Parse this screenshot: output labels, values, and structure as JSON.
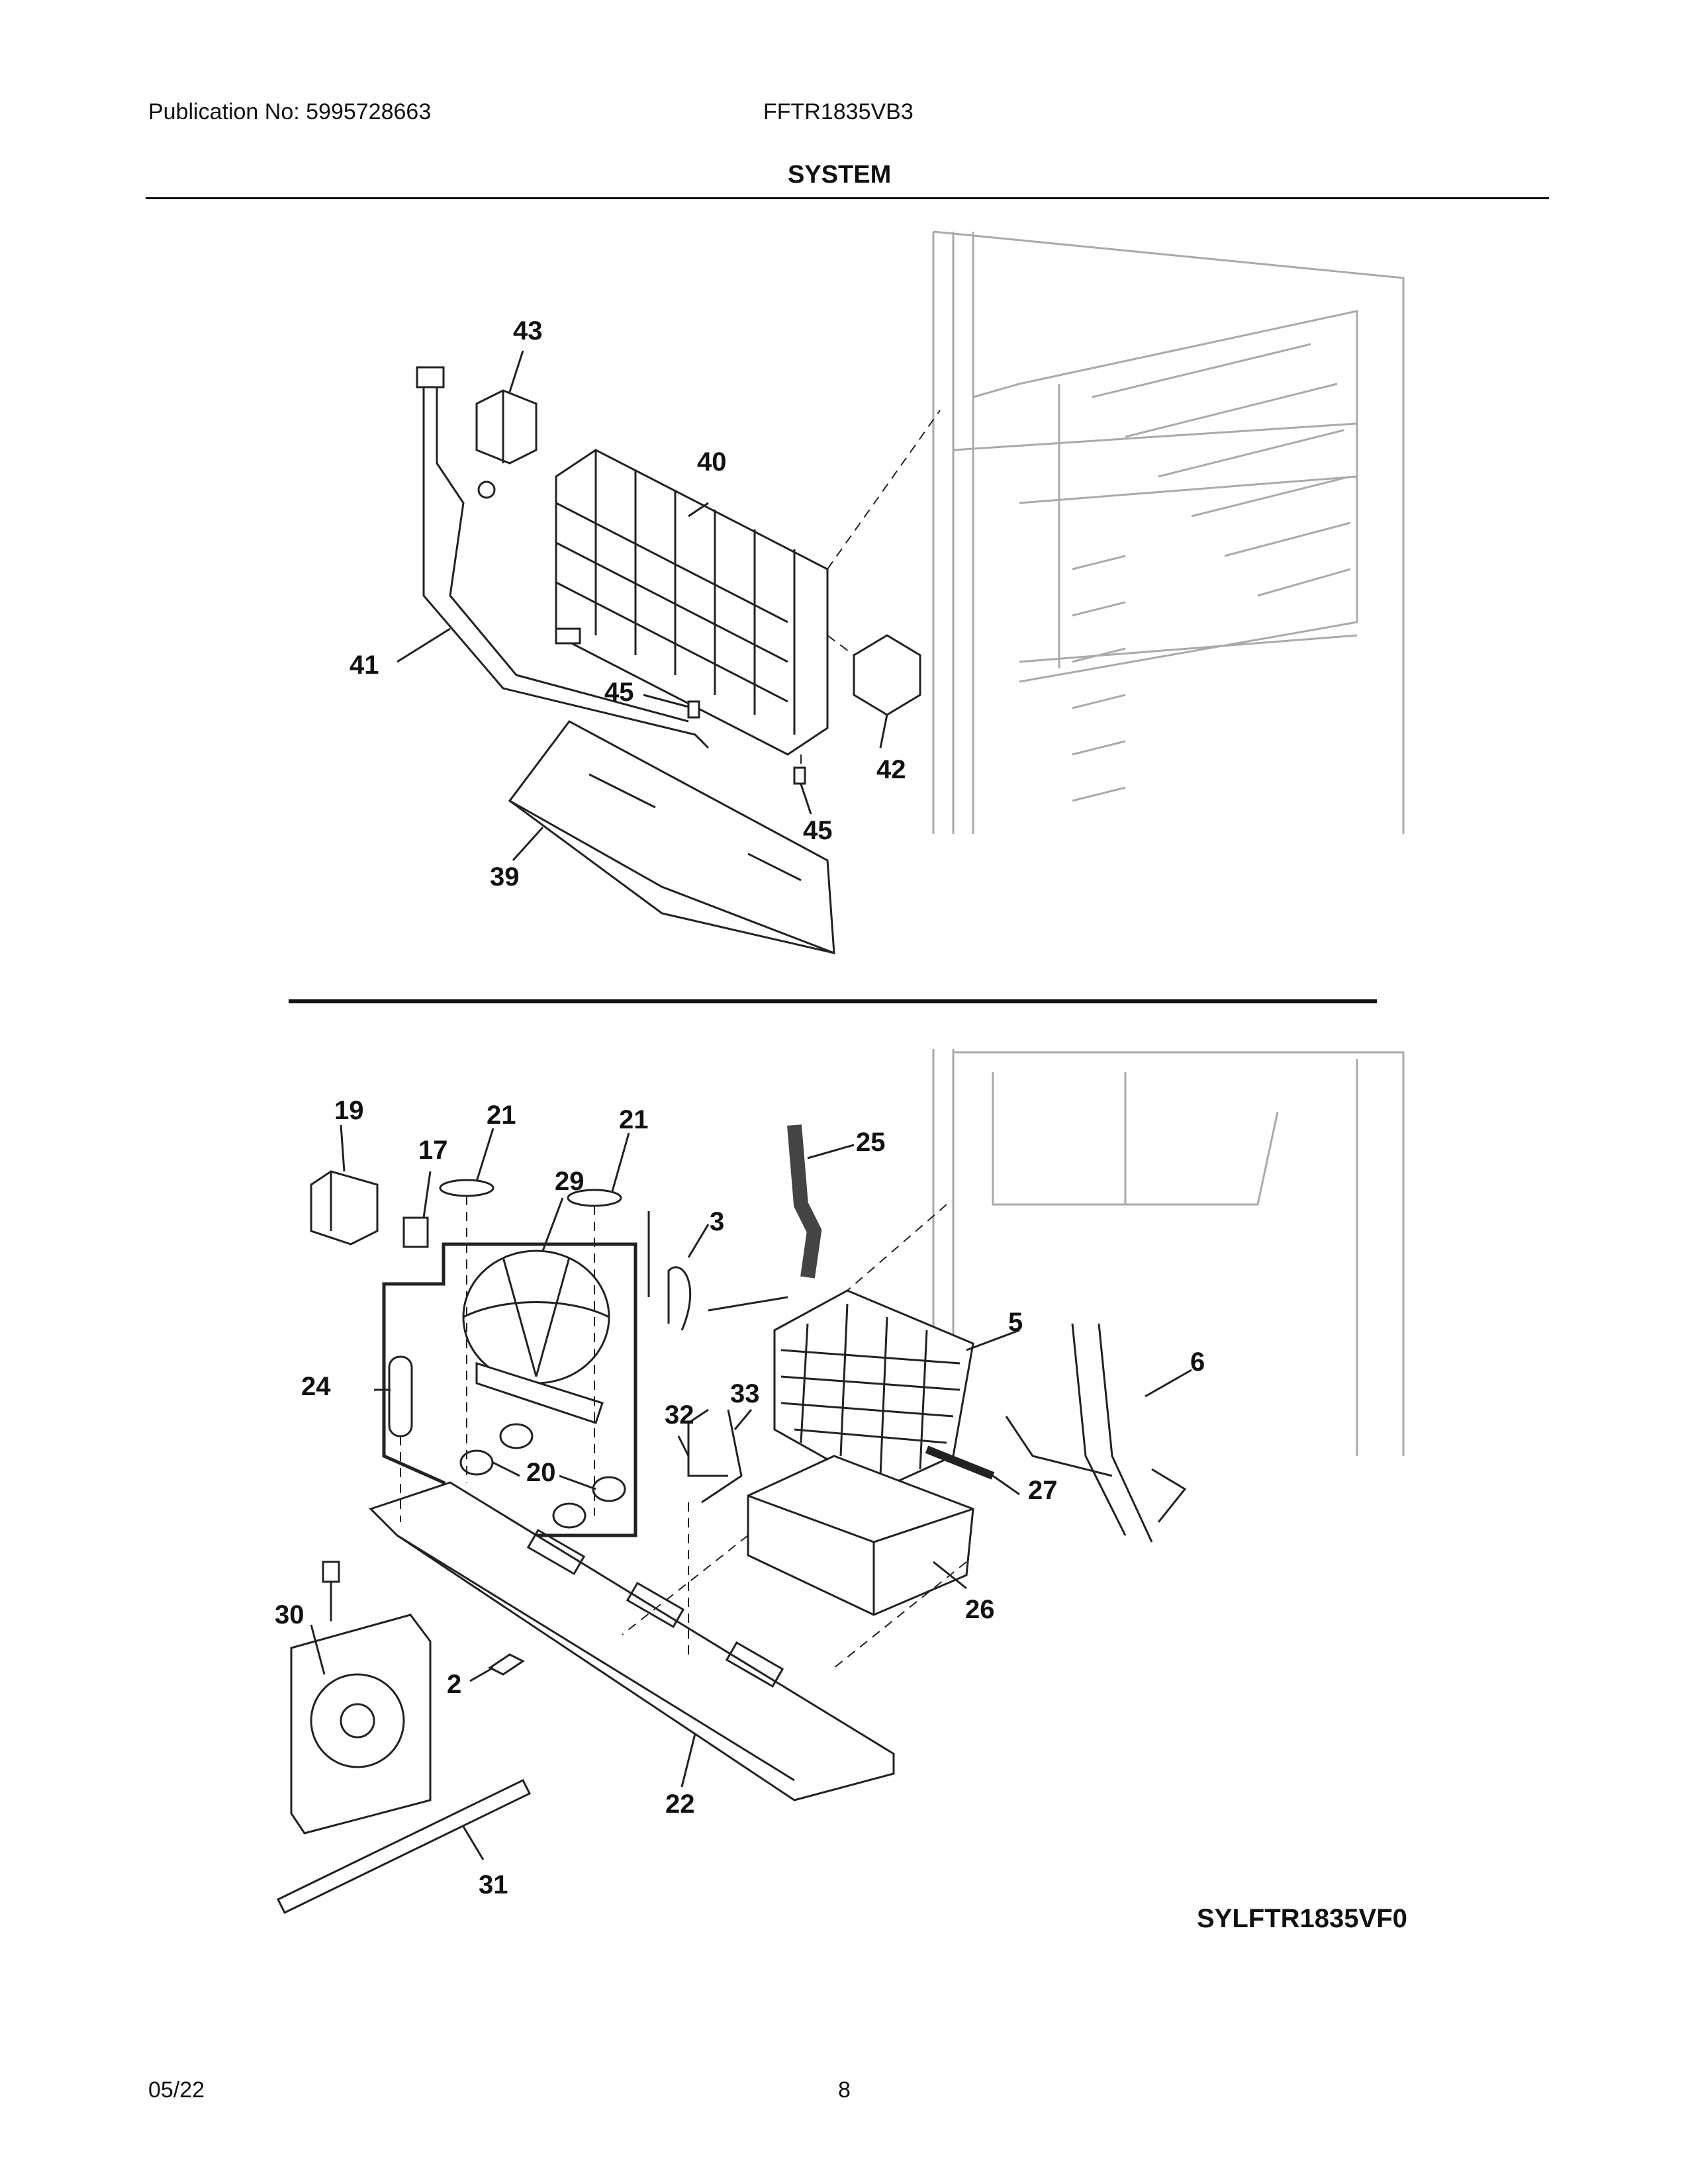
{
  "header": {
    "publication": "Publication No: 5995728663",
    "model": "FFTR1835VB3",
    "section_title": "SYSTEM"
  },
  "diagram_code": "SYLFTR1835VF0",
  "footer": {
    "date": "05/22",
    "page": "8"
  },
  "callouts": [
    {
      "id": "43",
      "label": "43"
    },
    {
      "id": "40",
      "label": "40"
    },
    {
      "id": "41",
      "label": "41"
    },
    {
      "id": "45a",
      "label": "45"
    },
    {
      "id": "42",
      "label": "42"
    },
    {
      "id": "45b",
      "label": "45"
    },
    {
      "id": "39",
      "label": "39"
    },
    {
      "id": "19",
      "label": "19"
    },
    {
      "id": "21a",
      "label": "21"
    },
    {
      "id": "21b",
      "label": "21"
    },
    {
      "id": "17",
      "label": "17"
    },
    {
      "id": "29",
      "label": "29"
    },
    {
      "id": "25",
      "label": "25"
    },
    {
      "id": "3",
      "label": "3"
    },
    {
      "id": "5",
      "label": "5"
    },
    {
      "id": "6",
      "label": "6"
    },
    {
      "id": "24",
      "label": "24"
    },
    {
      "id": "32",
      "label": "32"
    },
    {
      "id": "33",
      "label": "33"
    },
    {
      "id": "20",
      "label": "20"
    },
    {
      "id": "27",
      "label": "27"
    },
    {
      "id": "26",
      "label": "26"
    },
    {
      "id": "30",
      "label": "30"
    },
    {
      "id": "2",
      "label": "2"
    },
    {
      "id": "22",
      "label": "22"
    },
    {
      "id": "31",
      "label": "31"
    }
  ]
}
